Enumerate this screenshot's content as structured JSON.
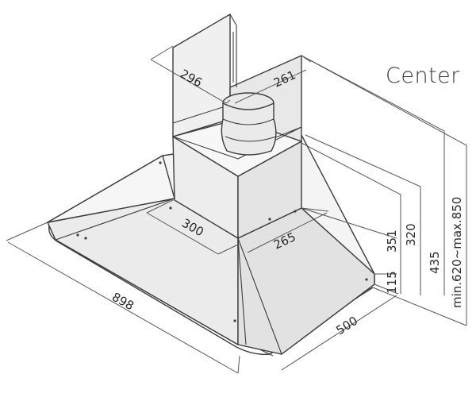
{
  "title": "Center",
  "dimensions": {
    "chimney_width": "296",
    "chimney_depth": "261",
    "body_width": "300",
    "body_depth": "265",
    "canopy_width": "898",
    "canopy_depth": "500",
    "chimney_lower_height": "351",
    "chimney_upper_height": "320",
    "canopy_height": "115",
    "overall_height": "435",
    "range_height": "min.620~max.850"
  },
  "colors": {
    "fill": "#f4f4f4",
    "fill_dark": "#e6e6e6",
    "stroke": "#3c3c3c",
    "dim_line": "#555555"
  }
}
